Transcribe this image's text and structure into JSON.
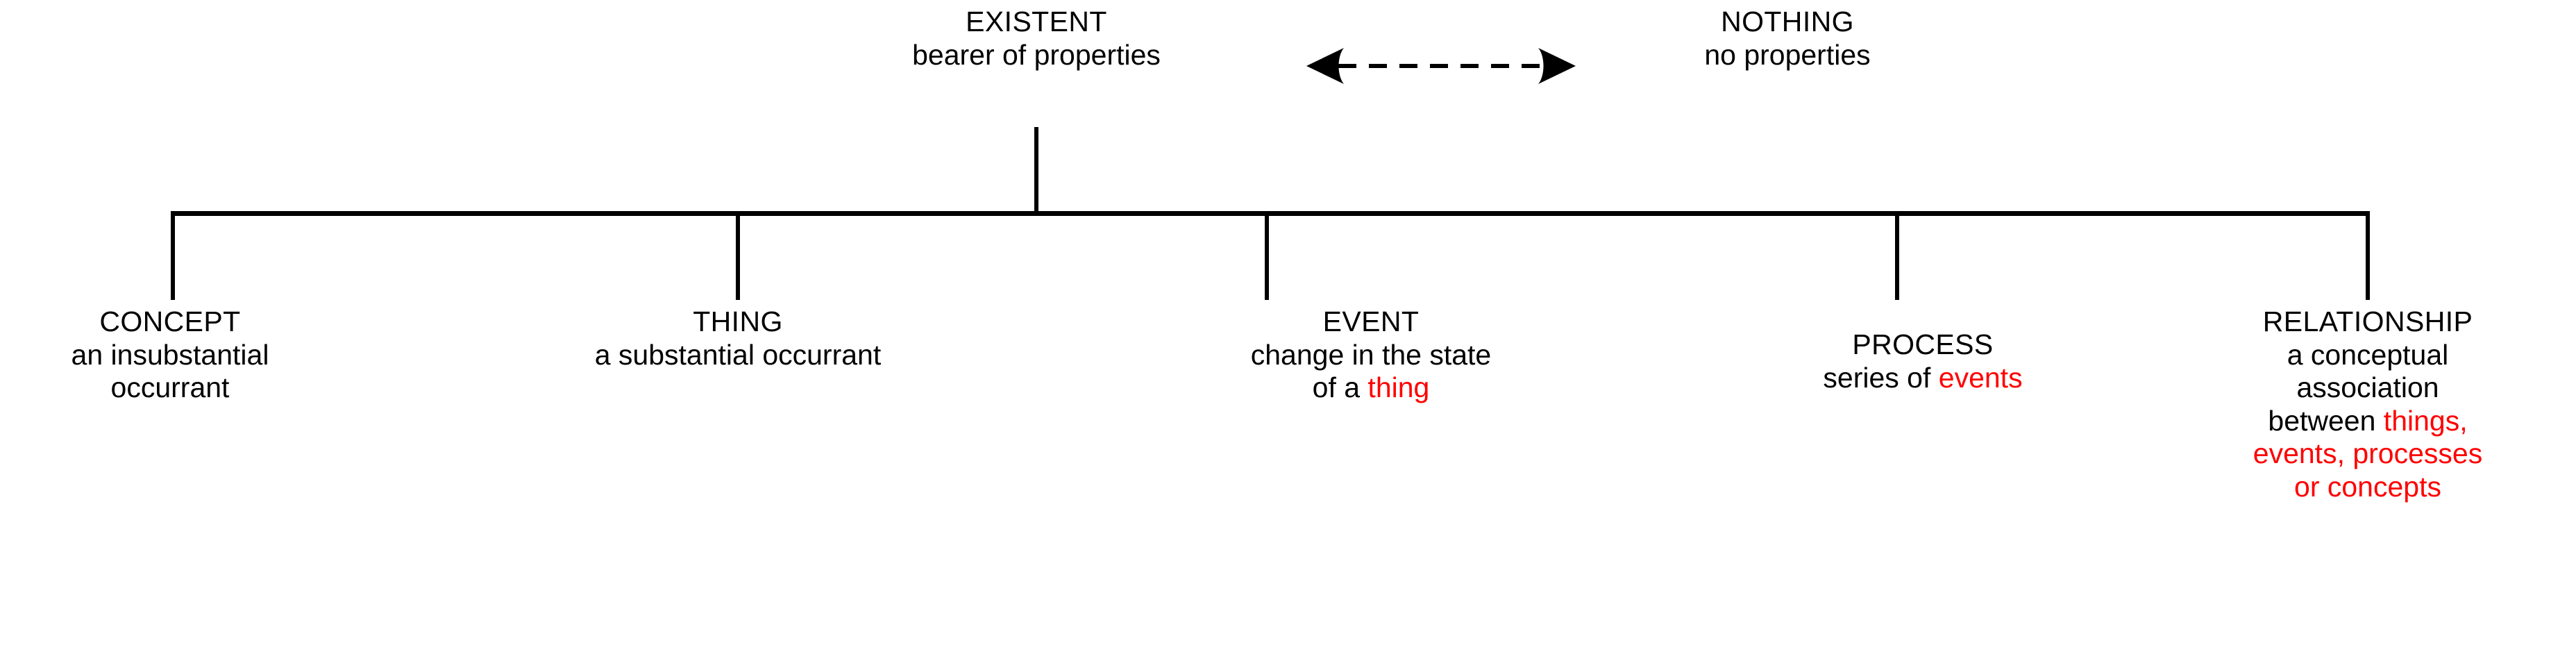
{
  "diagram": {
    "type": "taxonomy-tree",
    "background_color": "#ffffff",
    "text_color": "#000000",
    "highlight_color": "#ff0000",
    "root": {
      "title": "EXISTENT",
      "description": "bearer of properties"
    },
    "opposite": {
      "title": "NOTHING",
      "description": "no properties"
    },
    "relation_arrow": {
      "style": "dashed",
      "direction": "bidirectional",
      "label": ""
    },
    "children": [
      {
        "title": "CONCEPT",
        "lines": [
          {
            "parts": [
              {
                "text": "an insubstantial",
                "highlight": false
              }
            ]
          },
          {
            "parts": [
              {
                "text": "occurrant",
                "highlight": false
              }
            ]
          }
        ]
      },
      {
        "title": "THING",
        "lines": [
          {
            "parts": [
              {
                "text": "a substantial occurrant",
                "highlight": false
              }
            ]
          }
        ]
      },
      {
        "title": "EVENT",
        "lines": [
          {
            "parts": [
              {
                "text": "change in the state",
                "highlight": false
              }
            ]
          },
          {
            "parts": [
              {
                "text": "of a ",
                "highlight": false
              },
              {
                "text": "thing",
                "highlight": true
              }
            ]
          }
        ]
      },
      {
        "title": "PROCESS",
        "lines": [
          {
            "parts": [
              {
                "text": "series of ",
                "highlight": false
              },
              {
                "text": "events",
                "highlight": true
              }
            ]
          }
        ]
      },
      {
        "title": "RELATIONSHIP",
        "lines": [
          {
            "parts": [
              {
                "text": "a conceptual",
                "highlight": false
              }
            ]
          },
          {
            "parts": [
              {
                "text": "association",
                "highlight": false
              }
            ]
          },
          {
            "parts": [
              {
                "text": "between ",
                "highlight": false
              },
              {
                "text": "things,",
                "highlight": true
              }
            ]
          },
          {
            "parts": [
              {
                "text": "events, processes",
                "highlight": true
              }
            ]
          },
          {
            "parts": [
              {
                "text": "or concepts",
                "highlight": true
              }
            ]
          }
        ]
      }
    ]
  }
}
